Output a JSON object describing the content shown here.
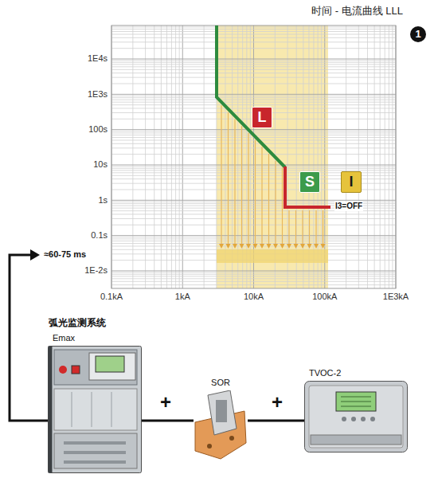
{
  "diagram": {
    "title": "时间 - 电流曲线 LLL",
    "nodes": [
      {
        "text": [
          "L"
        ]
      },
      {
        "text": [
          "S"
        ]
      },
      {
        "text": [
          "I"
        ]
      },
      {
        "text": [
          "Emax"
        ]
      },
      {
        "text": [
          "SOR"
        ]
      },
      {
        "text": [
          "TVOC-2"
        ]
      }
    ],
    "edges": [
      {
        "from": 3,
        "to": 4,
        "arrow": "none"
      },
      {
        "from": 4,
        "to": 5,
        "arrow": "none"
      }
    ],
    "labels": [
      "1",
      "1E4s",
      "1E3s",
      "100s",
      "10s",
      "1s",
      "0.1s",
      "1E-2s",
      "0.1kA",
      "1kA",
      "10kA",
      "100kA",
      "1E3kA",
      "I3=OFF",
      "≈60-75 ms",
      "弧光监测系统",
      "+",
      "+"
    ]
  }
}
